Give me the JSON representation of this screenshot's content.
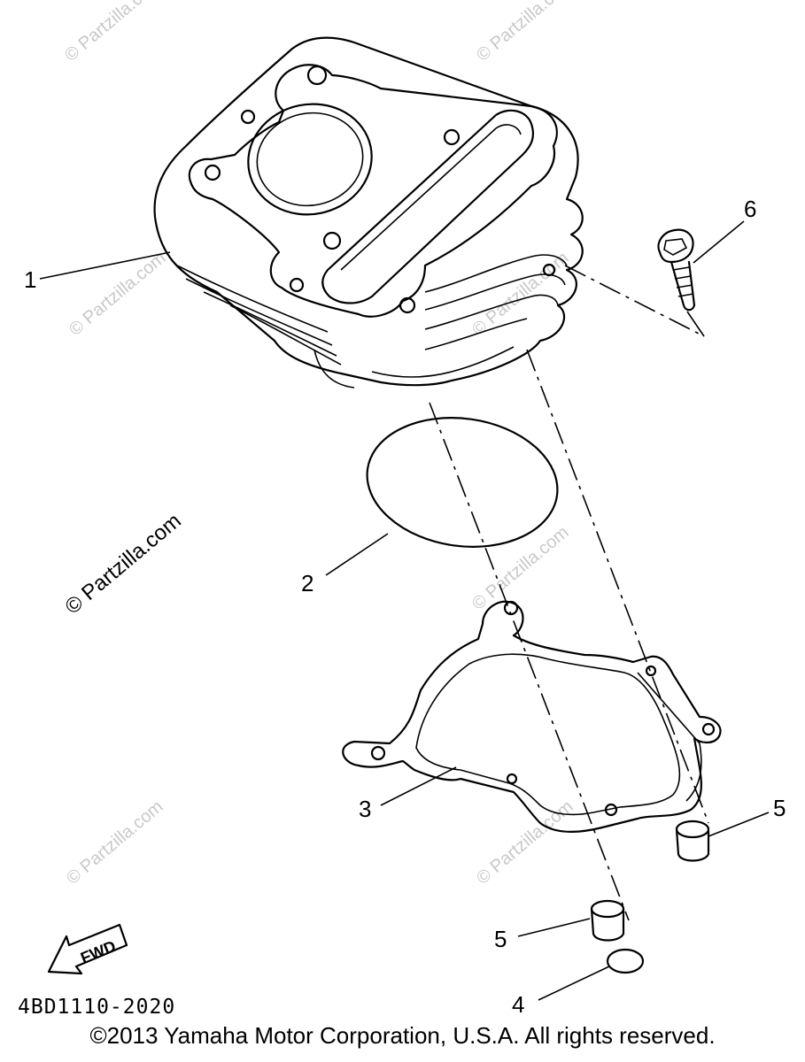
{
  "callouts": {
    "c1": "1",
    "c2": "2",
    "c3": "3",
    "c4": "4",
    "c5a": "5",
    "c5b": "5",
    "c6": "6"
  },
  "fwd_label": "FWD",
  "watermark": "© Partzilla.com",
  "diagram_code": "4BD1110-2020",
  "copyright": "©2013 Yamaha Motor Corporation, U.S.A. All rights reserved."
}
